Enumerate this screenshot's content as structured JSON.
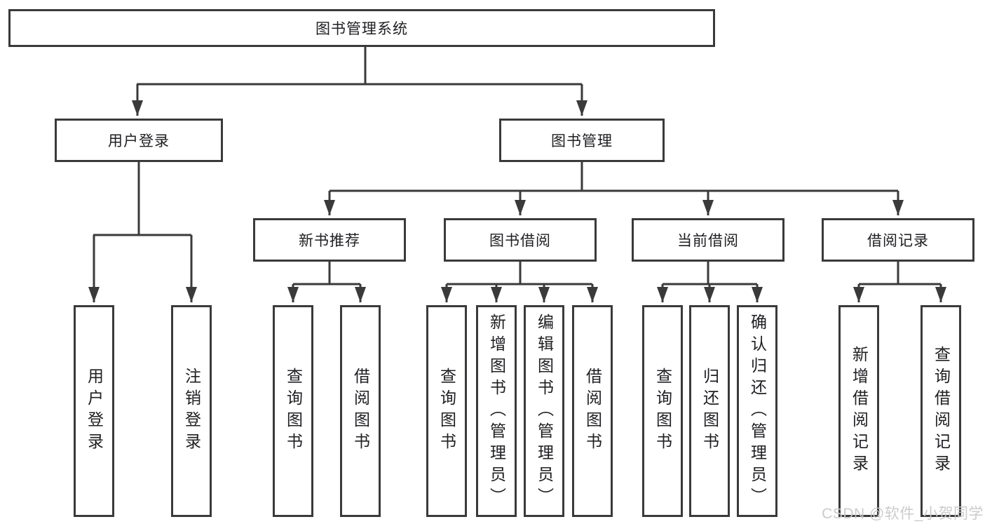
{
  "nodes": {
    "root": "图书管理系统",
    "user_login": "用户登录",
    "book_mgmt": "图书管理",
    "new_book_rec": "新书推荐",
    "book_borrow": "图书借阅",
    "current_borrow": "当前借阅",
    "borrow_records": "借阅记录"
  },
  "leaves": {
    "user_login": [
      "用户登录",
      "注销登录"
    ],
    "new_book_rec": [
      "查询图书",
      "借阅图书"
    ],
    "book_borrow": [
      "查询图书",
      "新增图书（管理员）",
      "编辑图书（管理员）",
      "借阅图书"
    ],
    "current_borrow": [
      "查询图书",
      "归还图书",
      "确认归还（管理员）"
    ],
    "borrow_records": [
      "新增借阅记录",
      "查询借阅记录"
    ]
  },
  "watermark": "CSDN @软件_小贺同学",
  "colors": {
    "line": "#3a3a3a",
    "text": "#202024",
    "watermark": "#c9c9c9",
    "background": "#ffffff"
  }
}
